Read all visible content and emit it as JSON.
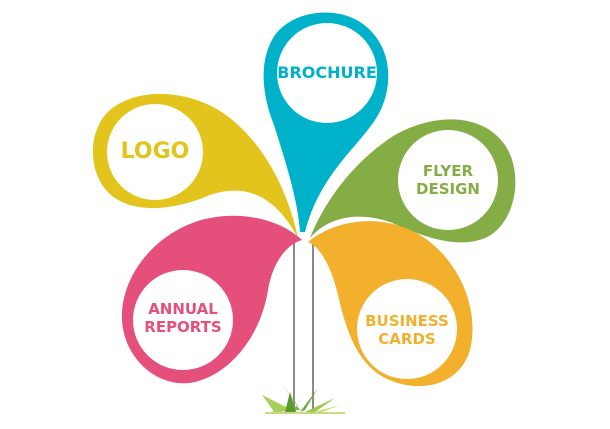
{
  "diagram": {
    "type": "flower-pins",
    "petals": [
      {
        "id": "brochure",
        "lines": [
          "BROCHURE"
        ],
        "color": "#00b2c9"
      },
      {
        "id": "logo",
        "lines": [
          "LOGO"
        ],
        "color": "#e2c41c"
      },
      {
        "id": "flyer-design",
        "lines": [
          "FLYER",
          "DESIGN"
        ],
        "color": "#85ad46"
      },
      {
        "id": "annual-reports",
        "lines": [
          "ANNUAL",
          "REPORTS"
        ],
        "color": "#e54f7b"
      },
      {
        "id": "business-cards",
        "lines": [
          "BUSINESS",
          "CARDS"
        ],
        "color": "#f2b02d"
      }
    ],
    "stem_color": "#8a8a86",
    "grass_color": "#7fb842"
  }
}
